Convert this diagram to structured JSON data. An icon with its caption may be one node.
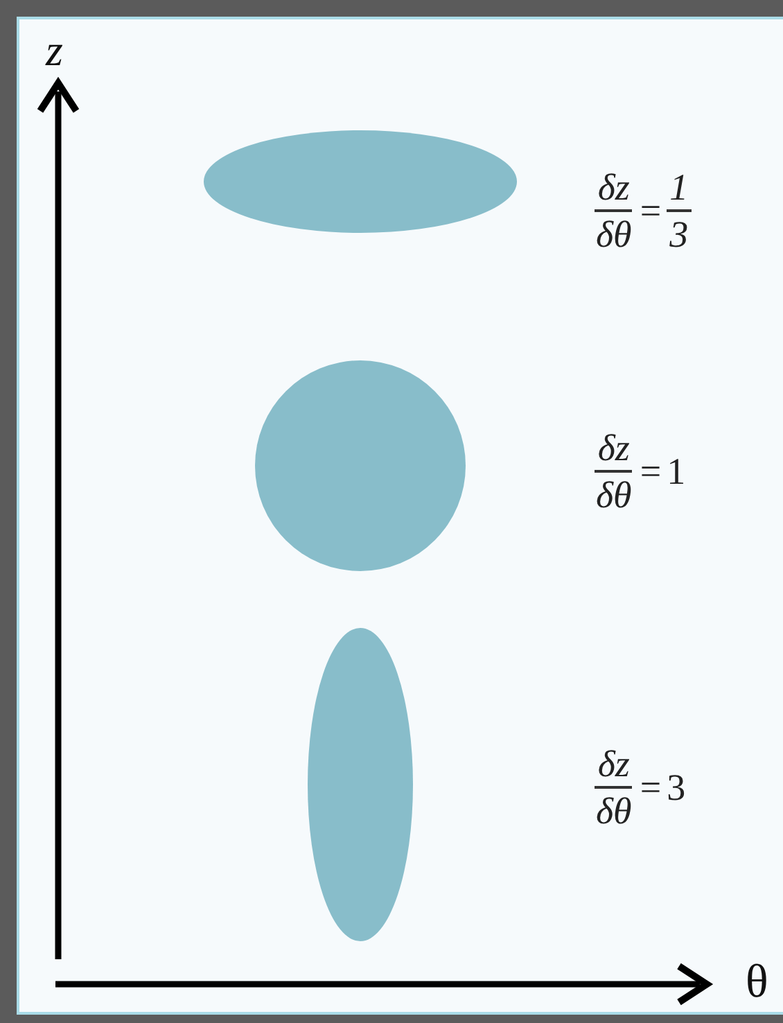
{
  "diagram": {
    "nodes": [
      {
        "text": [],
        "shape": "ellipse",
        "beside": [
          "δz",
          "δθ",
          "=",
          "1",
          "3"
        ]
      },
      {
        "text": [],
        "shape": "circle",
        "beside": [
          "δz",
          "δθ",
          "=",
          "1"
        ]
      },
      {
        "text": [],
        "shape": "ellipse",
        "beside": [
          "δz",
          "δθ",
          "=",
          "3"
        ]
      }
    ],
    "edges": [],
    "labels": [
      "z",
      "θ"
    ]
  }
}
